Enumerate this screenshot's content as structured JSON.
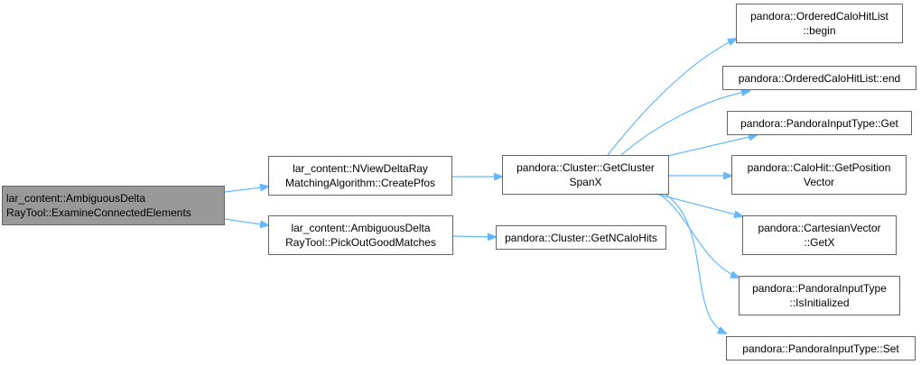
{
  "graph": {
    "root": {
      "line1": "lar_content::AmbiguousDelta",
      "line2": "RayTool::ExamineConnectedElements"
    },
    "create_pfos": {
      "line1": "lar_content::NViewDeltaRay",
      "line2": "MatchingAlgorithm::CreatePfos"
    },
    "pick_out": {
      "line1": "lar_content::AmbiguousDelta",
      "line2": "RayTool::PickOutGoodMatches"
    },
    "cluster_span": {
      "line1": "pandora::Cluster::GetCluster",
      "line2": "SpanX"
    },
    "ncalohits": {
      "line1": "pandora::Cluster::GetNCaloHits"
    },
    "hitlist_begin": {
      "line1": "pandora::OrderedCaloHitList",
      "line2": "::begin"
    },
    "hitlist_end": {
      "line1": "pandora::OrderedCaloHitList::end"
    },
    "input_get": {
      "line1": "pandora::PandoraInputType::Get"
    },
    "calohit_pos": {
      "line1": "pandora::CaloHit::GetPosition",
      "line2": "Vector"
    },
    "cartesian_getx": {
      "line1": "pandora::CartesianVector",
      "line2": "::GetX"
    },
    "input_isinit": {
      "line1": "pandora::PandoraInputType",
      "line2": "::IsInitialized"
    },
    "input_set": {
      "line1": "pandora::PandoraInputType::Set"
    }
  },
  "colors": {
    "edge": "#63b8ff",
    "root_fill": "#999999",
    "node_border": "#666666"
  }
}
